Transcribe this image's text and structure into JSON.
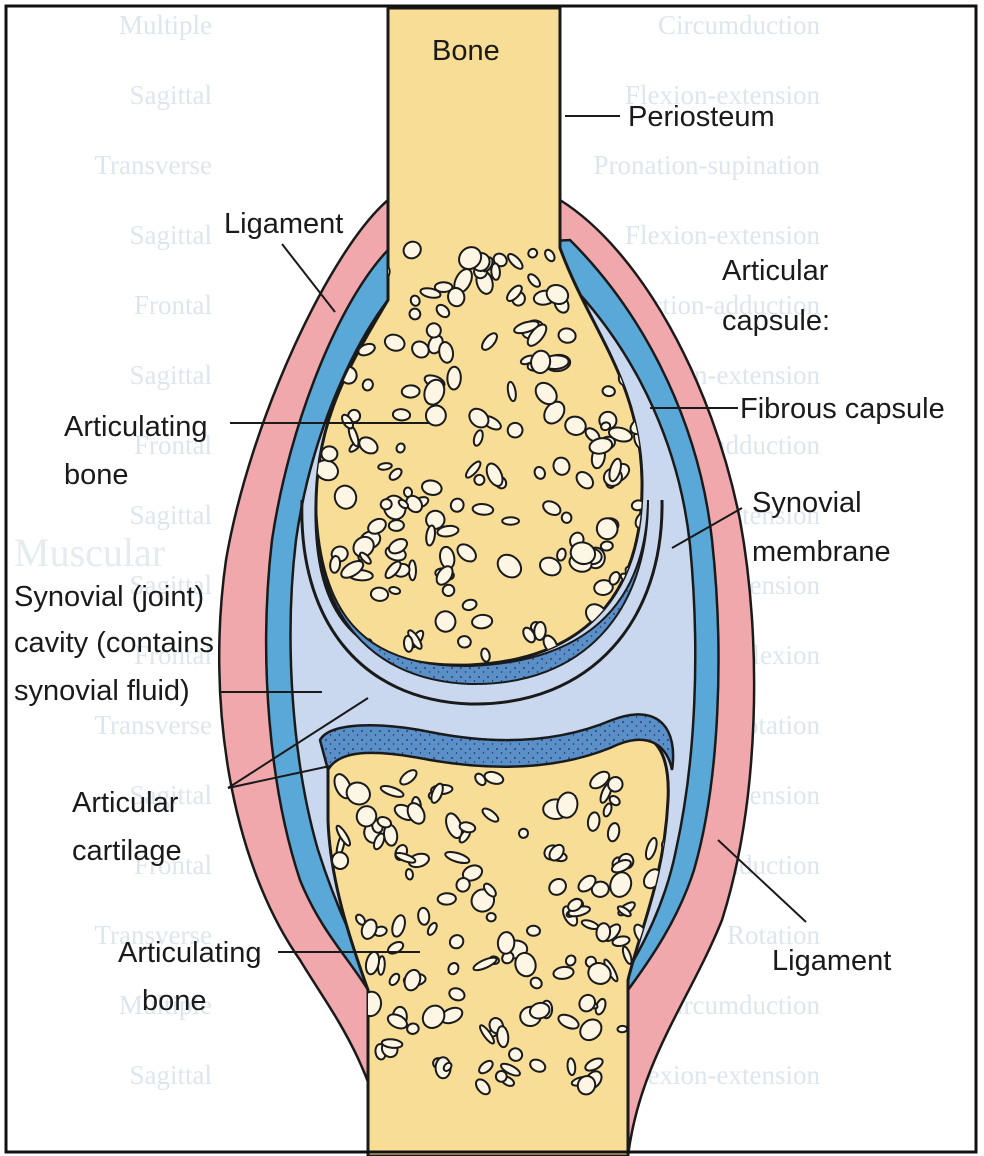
{
  "labels": {
    "bone": "Bone",
    "periosteum": "Periosteum",
    "ligament_top": "Ligament",
    "articular_capsule_1": "Articular",
    "articular_capsule_2": "capsule:",
    "fibrous_capsule": "Fibrous capsule",
    "articulating_bone_top_1": "Articulating",
    "articulating_bone_top_2": "bone",
    "synovial_membrane_1": "Synovial",
    "synovial_membrane_2": "membrane",
    "synovial_cavity_1": "Synovial (joint)",
    "synovial_cavity_2": "cavity (contains",
    "synovial_cavity_3": "synovial fluid)",
    "articular_cartilage_1": "Articular",
    "articular_cartilage_2": "cartilage",
    "articulating_bone_bottom_1": "Articulating",
    "articulating_bone_bottom_2": "bone",
    "ligament_bottom": "Ligament"
  },
  "colors": {
    "ligament": "#f0a8ac",
    "fibrous_capsule": "#5aa8d8",
    "synovial_cavity": "#c9d8ee",
    "bone": "#f7dd96",
    "cartilage": "#5a8fc8",
    "outline": "#1a1a1a"
  },
  "bleed_through": {
    "left_column": [
      "Multiple",
      "Sagittal",
      "Transverse",
      "Sagittal",
      "Frontal",
      "Sagittal",
      "Frontal",
      "Sagittal",
      "Sagittal",
      "Frontal",
      "Transverse",
      "Sagittal",
      "Frontal",
      "Transverse",
      "Multiple",
      "Sagittal"
    ],
    "right_lines": [
      "Circumduction",
      "Flexion-extension",
      "Pronation-supination",
      "Flexion-extension",
      "Abduction-adduction",
      "Flexion-extension",
      "Abduction-adduction",
      "Flexion-extension",
      "Flexion-extension",
      "Lateral flexion",
      "Rotation",
      "Flexion-extension",
      "Abduction-adduction",
      "Rotation",
      "Circumduction",
      "Flexion-extension"
    ],
    "heading": "Muscular"
  }
}
